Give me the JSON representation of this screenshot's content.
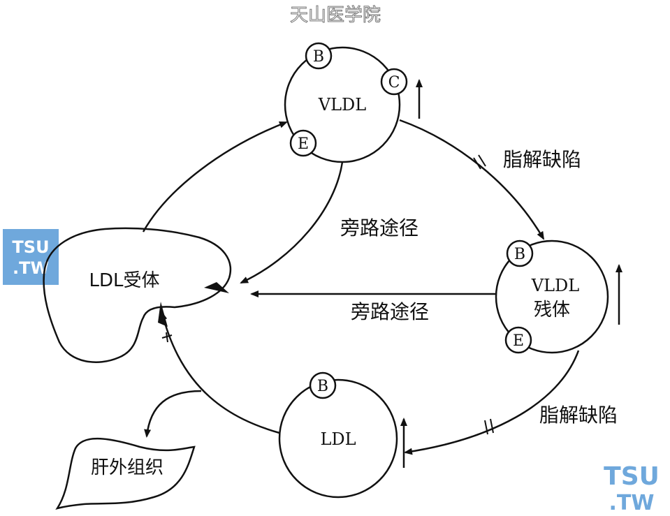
{
  "watermark": "天山医学院",
  "nodes": {
    "vldl": {
      "label": "VLDL",
      "apos": [
        "B",
        "C",
        "E"
      ]
    },
    "remnant": {
      "label_line1": "VLDL",
      "label_line2": "残体",
      "apos": [
        "B",
        "E"
      ]
    },
    "ldl": {
      "label": "LDL",
      "apos": [
        "B"
      ]
    },
    "ldl_receptor": {
      "label": "LDL受体"
    },
    "extrahepatic": {
      "label": "肝外组织"
    }
  },
  "edges": {
    "lipolysis_defect_1": "脂解缺陷",
    "lipolysis_defect_2": "脂解缺陷",
    "bypass_1": "旁路途径",
    "bypass_2": "旁路途径"
  },
  "logos": [
    {
      "line1": "TSU",
      "line2": ".TW",
      "color": "#6fa8dc"
    },
    {
      "line1": "TSU",
      "line2": ".TW",
      "color": "#6fa8dc"
    }
  ]
}
